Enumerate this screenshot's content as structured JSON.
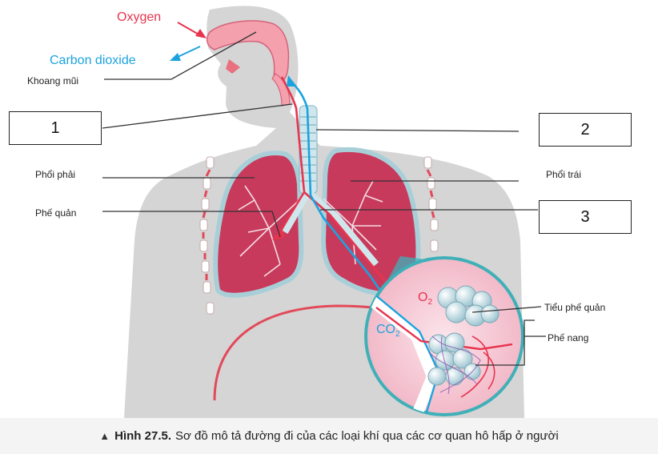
{
  "labels": {
    "oxygen": "Oxygen",
    "carbon_dioxide": "Carbon dioxide",
    "khoang_mui": "Khoang mũi",
    "phoi_phai": "Phổi phải",
    "phe_quan": "Phế quản",
    "phoi_trai": "Phổi trái",
    "tieu_phe_quan": "Tiểu phế quản",
    "phe_nang": "Phế nang",
    "o2": "O",
    "o2_sub": "2",
    "co2": "CO",
    "co2_sub": "2"
  },
  "boxes": {
    "box1": "1",
    "box2": "2",
    "box3": "3"
  },
  "caption": {
    "number": "Hình 27.5.",
    "text": "Sơ đồ mô tả đường đi của các loại khí qua các cơ quan hô hấp ở người"
  },
  "colors": {
    "oxygen": "#e8344e",
    "carbon_dioxide": "#1ba3de",
    "lung": "#c83a5c",
    "body": "#d3d3d3"
  }
}
